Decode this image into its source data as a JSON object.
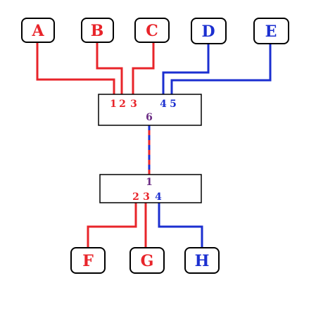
{
  "colors": {
    "red": "#e8242a",
    "blue": "#1b2fd0",
    "purple": "#6a2b83",
    "outline": "#000000",
    "background": "#ffffff"
  },
  "nodes": {
    "a": {
      "label": "A",
      "color": "red"
    },
    "b": {
      "label": "B",
      "color": "red"
    },
    "c": {
      "label": "C",
      "color": "red"
    },
    "d": {
      "label": "D",
      "color": "blue"
    },
    "e": {
      "label": "E",
      "color": "blue"
    },
    "f": {
      "label": "F",
      "color": "red"
    },
    "g": {
      "label": "G",
      "color": "red"
    },
    "h": {
      "label": "H",
      "color": "blue"
    }
  },
  "top_hub": {
    "ports": {
      "p1": {
        "label": "1",
        "color": "red"
      },
      "p2": {
        "label": "2",
        "color": "red"
      },
      "p3": {
        "label": "3",
        "color": "red"
      },
      "p4": {
        "label": "4",
        "color": "blue"
      },
      "p5": {
        "label": "5",
        "color": "blue"
      },
      "p6": {
        "label": "6",
        "color": "purple"
      }
    }
  },
  "bottom_hub": {
    "ports": {
      "p1": {
        "label": "1",
        "color": "purple"
      },
      "p2": {
        "label": "2",
        "color": "red"
      },
      "p3": {
        "label": "3",
        "color": "red"
      },
      "p4": {
        "label": "4",
        "color": "blue"
      }
    }
  },
  "links": [
    {
      "from": "A",
      "to": "top hub port 1",
      "color": "red"
    },
    {
      "from": "B",
      "to": "top hub port 2",
      "color": "red"
    },
    {
      "from": "C",
      "to": "top hub port 3",
      "color": "red"
    },
    {
      "from": "D",
      "to": "top hub port 4",
      "color": "blue"
    },
    {
      "from": "E",
      "to": "top hub port 5",
      "color": "blue"
    },
    {
      "from": "top hub port 6",
      "to": "bottom hub port 1",
      "color": "red/blue dashed"
    },
    {
      "from": "bottom hub port 2",
      "to": "F",
      "color": "red"
    },
    {
      "from": "bottom hub port 3",
      "to": "G",
      "color": "red"
    },
    {
      "from": "bottom hub port 4",
      "to": "H",
      "color": "blue"
    }
  ]
}
